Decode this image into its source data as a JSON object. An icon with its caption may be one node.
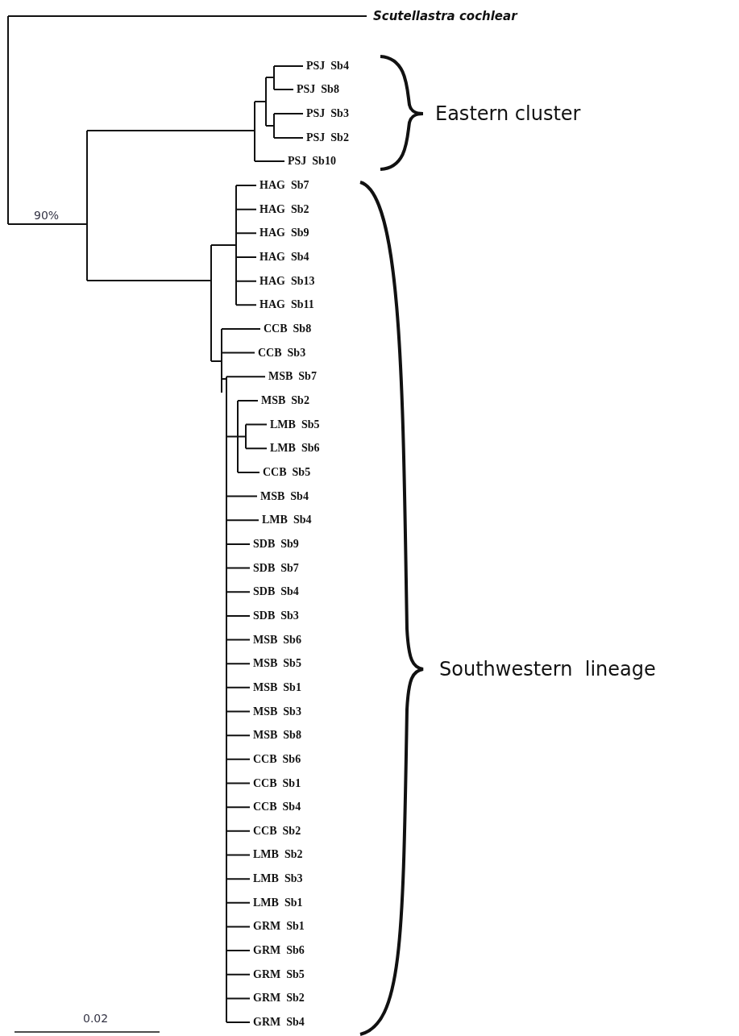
{
  "diagram": {
    "labels": [
      "Scutellastra cochlear",
      "PSJ  Sb4",
      "PSJ  Sb8",
      "PSJ  Sb3",
      "PSJ  Sb2",
      "PSJ  Sb10",
      "Eastern cluster",
      "HAG  Sb7",
      "HAG  Sb2",
      "90%",
      "HAG  Sb9",
      "HAG  Sb4",
      "HAG  Sb13",
      "HAG  Sb11",
      "CCB  Sb8",
      "CCB  Sb3",
      "MSB  Sb7",
      "MSB  Sb2",
      "LMB  Sb5",
      "LMB  Sb6",
      "CCB  Sb5",
      "MSB  Sb4",
      "LMB  Sb4",
      "SDB  Sb9",
      "SDB  Sb7",
      "SDB  Sb4",
      "SDB  Sb3",
      "MSB  Sb6",
      "MSB  Sb5",
      "Southwestern  lineage",
      "MSB  Sb1",
      "MSB  Sb3",
      "MSB  Sb8",
      "CCB  Sb6",
      "CCB  Sb1",
      "CCB  Sb4",
      "CCB  Sb2",
      "LMB  Sb2",
      "LMB  Sb3",
      "LMB  Sb1",
      "GRM  Sb1",
      "GRM  Sb6",
      "GRM  Sb5",
      "GRM  Sb2",
      "GRM  Sb4",
      "0.02"
    ]
  }
}
